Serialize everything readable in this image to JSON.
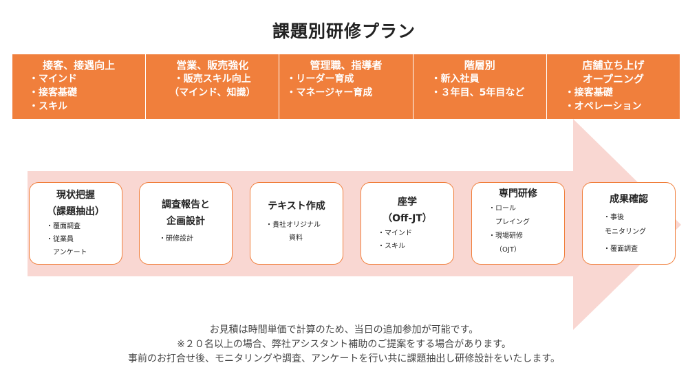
{
  "title": "課題別研修プラン",
  "categories": [
    {
      "title": "接客、接遇向上",
      "items": [
        "・マインド",
        "・接客基礎",
        "・スキル"
      ]
    },
    {
      "title": "営業、販売強化",
      "items": [
        "・販売スキル向上",
        "（マインド、知識）"
      ]
    },
    {
      "title": "管理職、指導者",
      "items": [
        "・リーダー育成",
        "・マネージャー育成"
      ]
    },
    {
      "title": "階層別",
      "items": [
        "・新入社員",
        "・３年目、5年目など"
      ]
    },
    {
      "title": "店舗立ち上げ",
      "subtitle": "オープニング",
      "items": [
        "・接客基礎",
        "・オペレーション"
      ]
    }
  ],
  "steps": [
    {
      "title": [
        "現状把握",
        "（課題抽出）"
      ],
      "items": [
        "・覆面調査",
        "・従業員",
        "アンケート"
      ]
    },
    {
      "title": [
        "調査報告と",
        "企画設計"
      ],
      "items": [
        "・研修設計"
      ]
    },
    {
      "title": [
        "テキスト作成"
      ],
      "items": [
        "・貴社オリジナル",
        "資料"
      ]
    },
    {
      "title": [
        "座学",
        "（Off-JT）"
      ],
      "items": [
        "・マインド",
        "・スキル"
      ]
    },
    {
      "title": [
        "専門研修"
      ],
      "items": [
        "・ロール",
        "プレイング",
        "・現場研修",
        "（OJT）"
      ]
    },
    {
      "title": [
        "成果確認"
      ],
      "items": [
        "・事後",
        "モニタリング",
        "・覆面調査"
      ]
    }
  ],
  "notes": [
    "お見積は時間単価で計算のため、当日の追加参加が可能です。",
    "※２０名以上の場合、弊社アシスタント補助のご提案をする場合があります。",
    "事前のお打合せ後、モニタリングや調査、アンケートを行い共に課題抽出し研修設計をいたします。"
  ],
  "colors": {
    "accent": "#f07f3c",
    "arrow": "#f9d7d2"
  }
}
